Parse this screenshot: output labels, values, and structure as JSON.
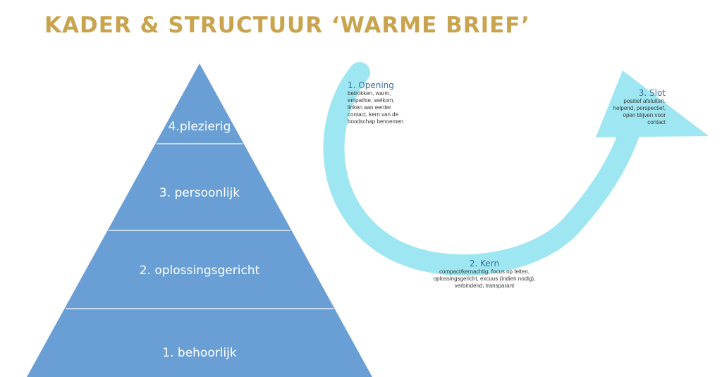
{
  "title": "KADER & STRUCTUUR ‘WARME BRIEF’",
  "colors": {
    "title": "#C9A44F",
    "pyramid": "#6A9FD6",
    "arrow": "#9EE7F2"
  },
  "pyramid": {
    "levels": [
      "4.plezierig",
      "3. persoonlijk",
      "2. oplossingsgericht",
      "1. behoorlijk"
    ]
  },
  "steps": {
    "opening": {
      "heading": "1. Opening",
      "lines": [
        "betrokken, warm,",
        "empathie, welkom,",
        "linken aan eerder",
        "contact, kern van de",
        "boodschap benoemen"
      ]
    },
    "kern": {
      "heading": "2. Kern",
      "lines": [
        "compact/kernachtig,  focus op feiten,",
        "oplossingsgericht, excuus (indien nodig),",
        "verbindend, transparant"
      ]
    },
    "slot": {
      "heading": "3. Slot",
      "lines": [
        "positief afsluiten.",
        "helpend, perspectief,",
        "open blijven voor",
        "contact"
      ]
    }
  }
}
